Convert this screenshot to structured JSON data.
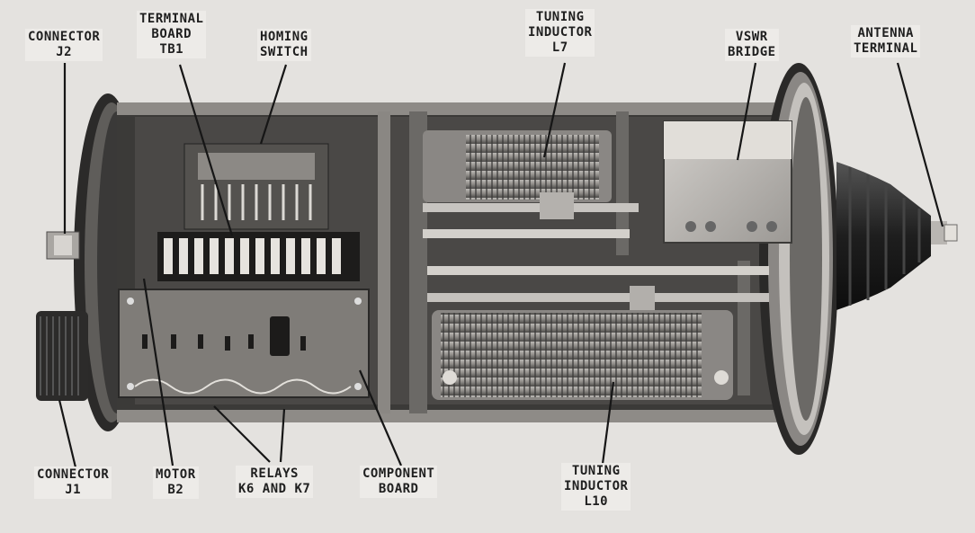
{
  "figure": {
    "colors": {
      "background": "#e4e2df",
      "metal_dark": "#2a2a2a",
      "metal_mid": "#7a7876",
      "metal_light": "#c9c6c2",
      "label_text": "#1f1f1f"
    }
  },
  "labels": {
    "connector_j2": "CONNECTOR\nJ2",
    "terminal_board_tb1": "TERMINAL\nBOARD\nTB1",
    "homing_switch": "HOMING\nSWITCH",
    "tuning_inductor_l7": "TUNING\nINDUCTOR\nL7",
    "vswr_bridge": "VSWR\nBRIDGE",
    "antenna_terminal": "ANTENNA\nTERMINAL",
    "connector_j1": "CONNECTOR\nJ1",
    "motor_b2": "MOTOR\nB2",
    "relays_k6_k7": "RELAYS\nK6 AND K7",
    "component_board": "COMPONENT\nBOARD",
    "tuning_inductor_l10": "TUNING\nINDUCTOR\nL10"
  }
}
